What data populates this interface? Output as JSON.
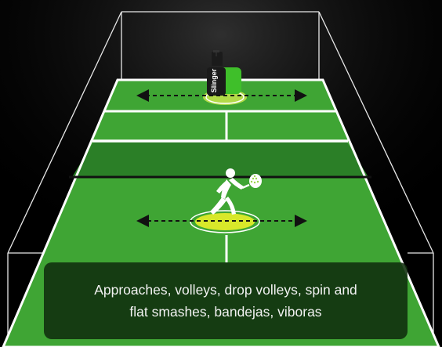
{
  "machine": {
    "brand_label": "Slinger"
  },
  "caption": {
    "line1": "Approaches, volleys, drop volleys, spin and",
    "line2": "flat smashes, bandejas, viboras"
  },
  "colors": {
    "court_green": "#3fa534",
    "court_green_dark": "#2b7f27",
    "court_line": "#ffffff",
    "net": "#111111",
    "target_yellow": "#d8e82a",
    "machine_green": "#3fbf2a",
    "caption_bg": "#102d0e"
  },
  "icons": {
    "left_arrow": "arrow-left-icon",
    "right_arrow": "arrow-right-icon",
    "player": "padel-player-icon",
    "machine": "ball-launcher-icon"
  }
}
